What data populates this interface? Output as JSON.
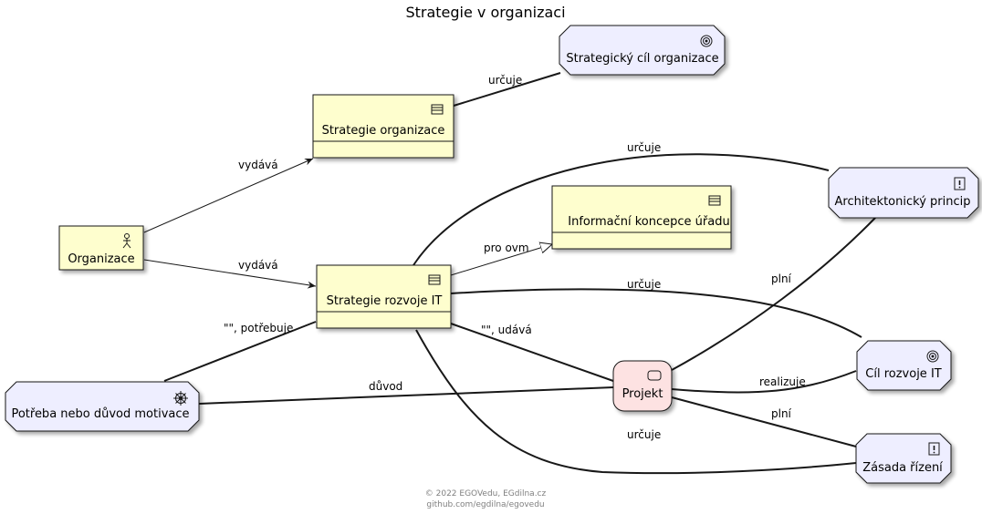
{
  "title": "Strategie v organizaci",
  "colors": {
    "business_fill": "#FEFECE",
    "motivation_fill": "#EEEEFF",
    "project_fill": "#FDE2E2",
    "stroke": "#181818"
  },
  "nodes": {
    "organizace": {
      "label": "Organizace",
      "icon": "actor-icon"
    },
    "strategie_organizace": {
      "label": "Strategie organizace",
      "icon": "representation-icon"
    },
    "strategicky_cil": {
      "label": "Strategický cíl organizace",
      "icon": "goal-icon"
    },
    "informacni_koncepce": {
      "label": "Informační koncepce úřadu",
      "icon": "representation-icon"
    },
    "strategie_rozvoje_it": {
      "label": "Strategie rozvoje IT",
      "icon": "representation-icon"
    },
    "architektonicky_princip": {
      "label": "Architektonický princip",
      "icon": "principle-icon"
    },
    "cil_rozvoje_it": {
      "label": "Cíl rozvoje IT",
      "icon": "goal-icon"
    },
    "projekt": {
      "label": "Projekt",
      "icon": "work-package-icon"
    },
    "potreba": {
      "label": "Potřeba nebo důvod motivace",
      "icon": "driver-icon"
    },
    "zasada_rizeni": {
      "label": "Zásada řízení",
      "icon": "principle-icon"
    }
  },
  "edges": {
    "org_vydava_strat_org": "vydává",
    "org_vydava_strat_it": "vydává",
    "strat_org_urcuje_cil": "určuje",
    "strat_it_urcuje_princip": "určuje",
    "strat_it_pro_ovm": "pro ovm",
    "strat_it_urcuje_cil_it": "určuje",
    "potreba_potrebuje": "\"\", potřebuje",
    "strat_it_udava_projekt": "\"\", udává",
    "projekt_plni_princip": "plní",
    "potreba_duvod_projekt": "důvod",
    "projekt_realizuje_cil_it": "realizuje",
    "projekt_plni_zasada": "plní",
    "strat_it_urcuje_zasada": "určuje"
  },
  "footer": {
    "line1": "© 2022 EGOVedu, EGdilna.cz",
    "line2": "github.com/egdilna/egovedu"
  }
}
